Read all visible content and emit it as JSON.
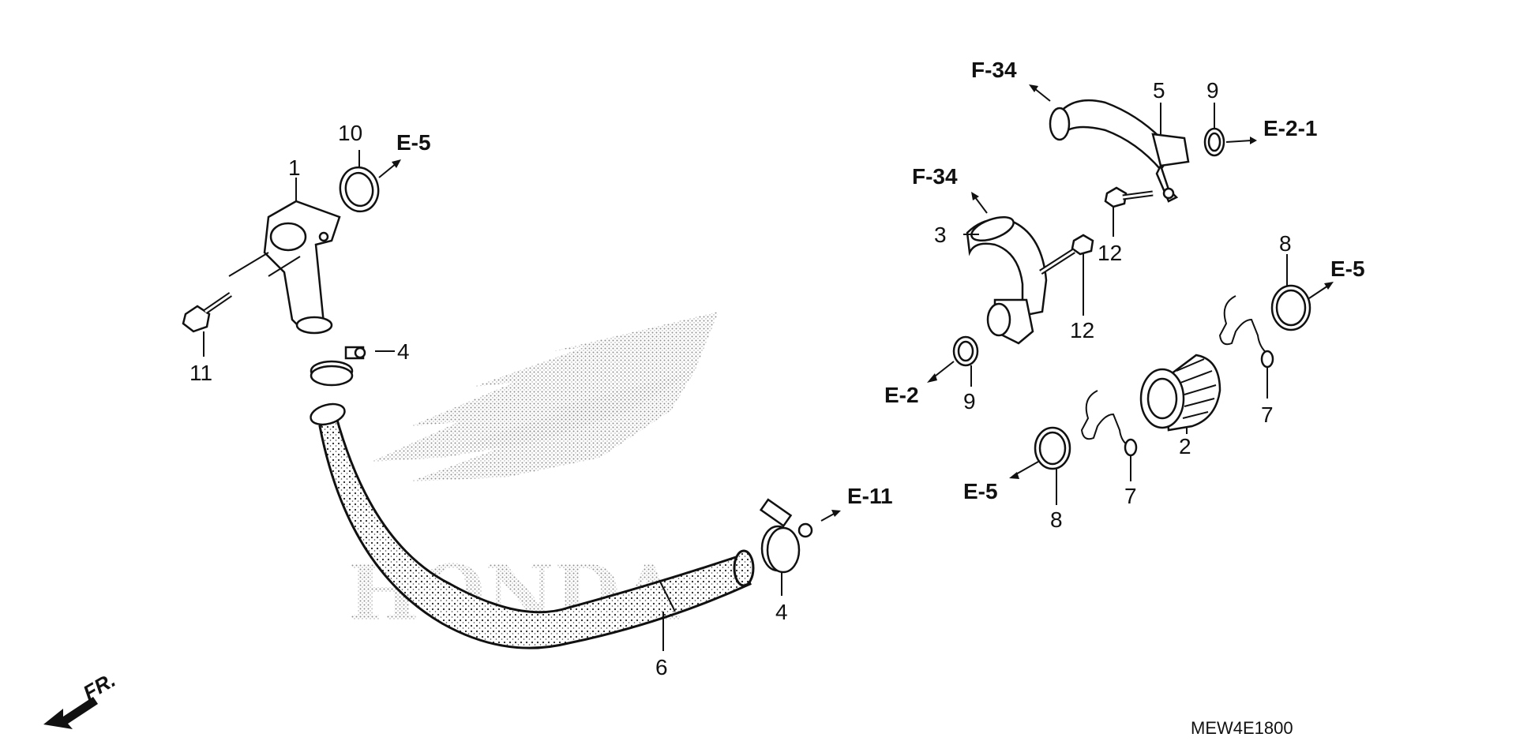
{
  "diagram": {
    "part_numbers": {
      "p1": "1",
      "p2": "2",
      "p3": "3",
      "p4a": "4",
      "p4b": "4",
      "p5": "5",
      "p6": "6",
      "p7a": "7",
      "p7b": "7",
      "p8a": "8",
      "p8b": "8",
      "p9a": "9",
      "p9b": "9",
      "p10": "10",
      "p11": "11",
      "p12a": "12",
      "p12b": "12"
    },
    "references": {
      "e5_top": "E-5",
      "e11": "E-11",
      "f34_top": "F-34",
      "f34_mid": "F-34",
      "e21": "E-2-1",
      "e2": "E-2",
      "e5_right": "E-5",
      "e5_bottom": "E-5"
    },
    "front_label": "FR.",
    "drawing_code": "MEW4E1800",
    "watermark": "HONDA"
  }
}
